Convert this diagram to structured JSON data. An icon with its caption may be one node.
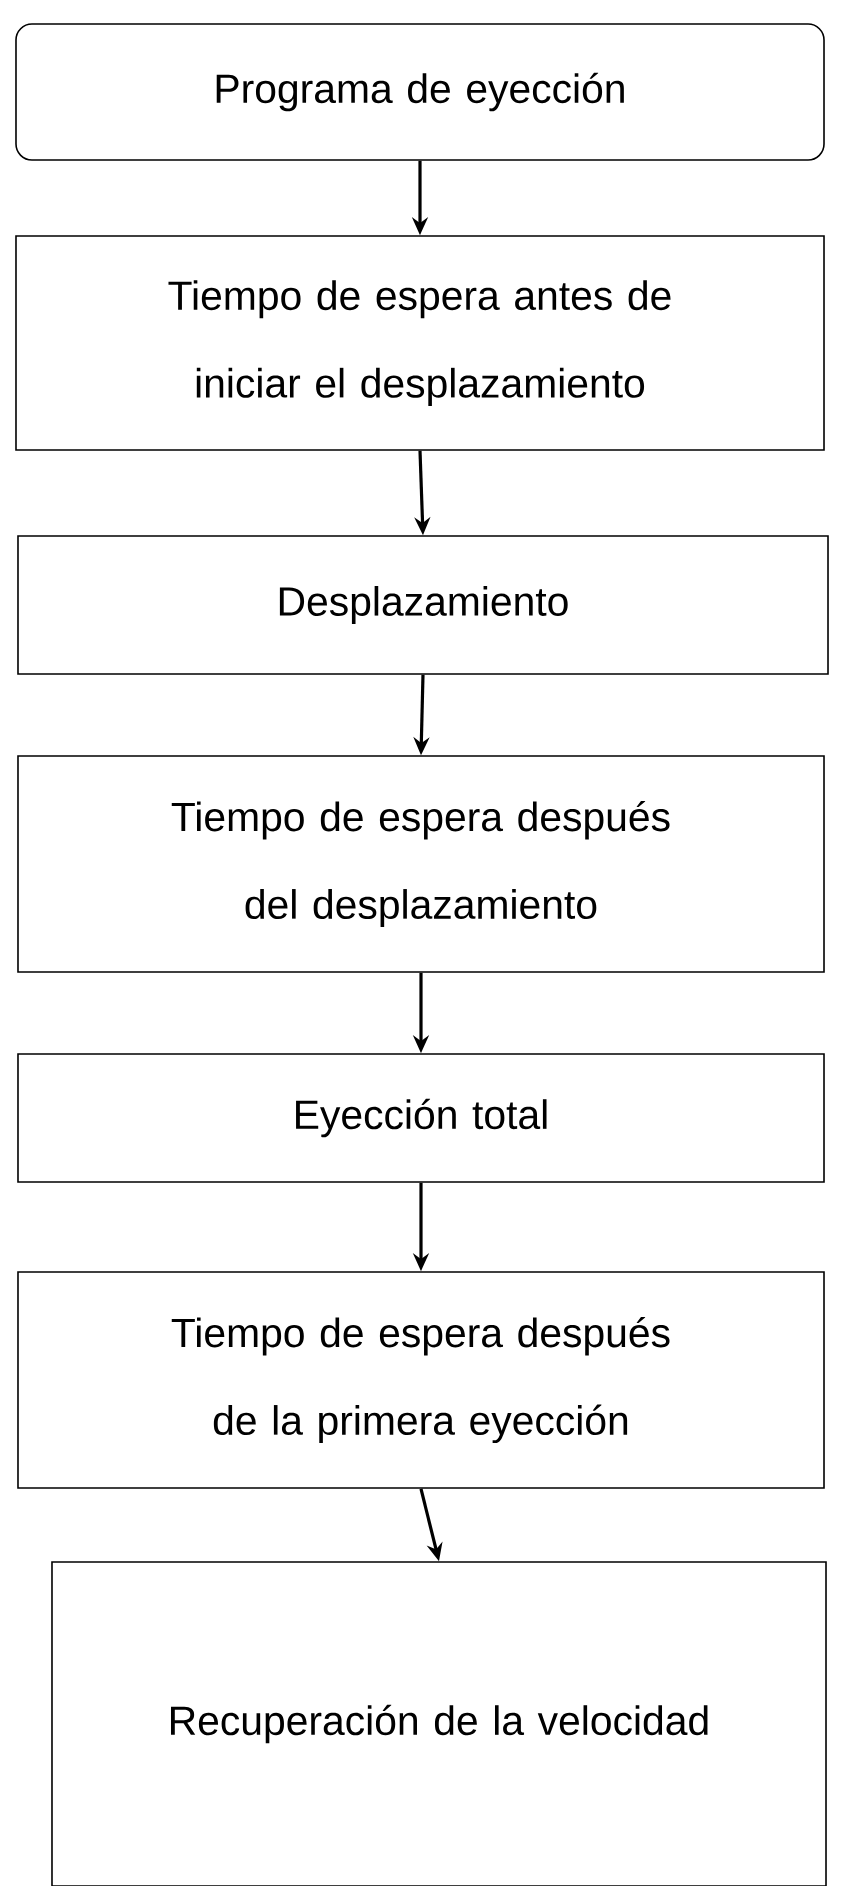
{
  "diagram": {
    "nodes": [
      {
        "text": [
          "Programa de eyección"
        ]
      },
      {
        "text": [
          "Tiempo de espera antes de iniciar el desplazamiento"
        ]
      },
      {
        "text": [
          "Desplazamiento"
        ]
      },
      {
        "text": [
          "Tiempo de espera después del desplazamiento"
        ]
      },
      {
        "text": [
          "Eyección total"
        ]
      },
      {
        "text": [
          "Tiempo de espera después de la primera eyección"
        ]
      },
      {
        "text": [
          "Recuperación de la velocidad"
        ]
      }
    ],
    "edges": [
      {
        "from": 0,
        "to": 1,
        "arrow": "to"
      },
      {
        "from": 1,
        "to": 2,
        "arrow": "to"
      },
      {
        "from": 2,
        "to": 3,
        "arrow": "to"
      },
      {
        "from": 3,
        "to": 4,
        "arrow": "to"
      },
      {
        "from": 4,
        "to": 5,
        "arrow": "to"
      },
      {
        "from": 5,
        "to": 6,
        "arrow": "to"
      }
    ]
  }
}
